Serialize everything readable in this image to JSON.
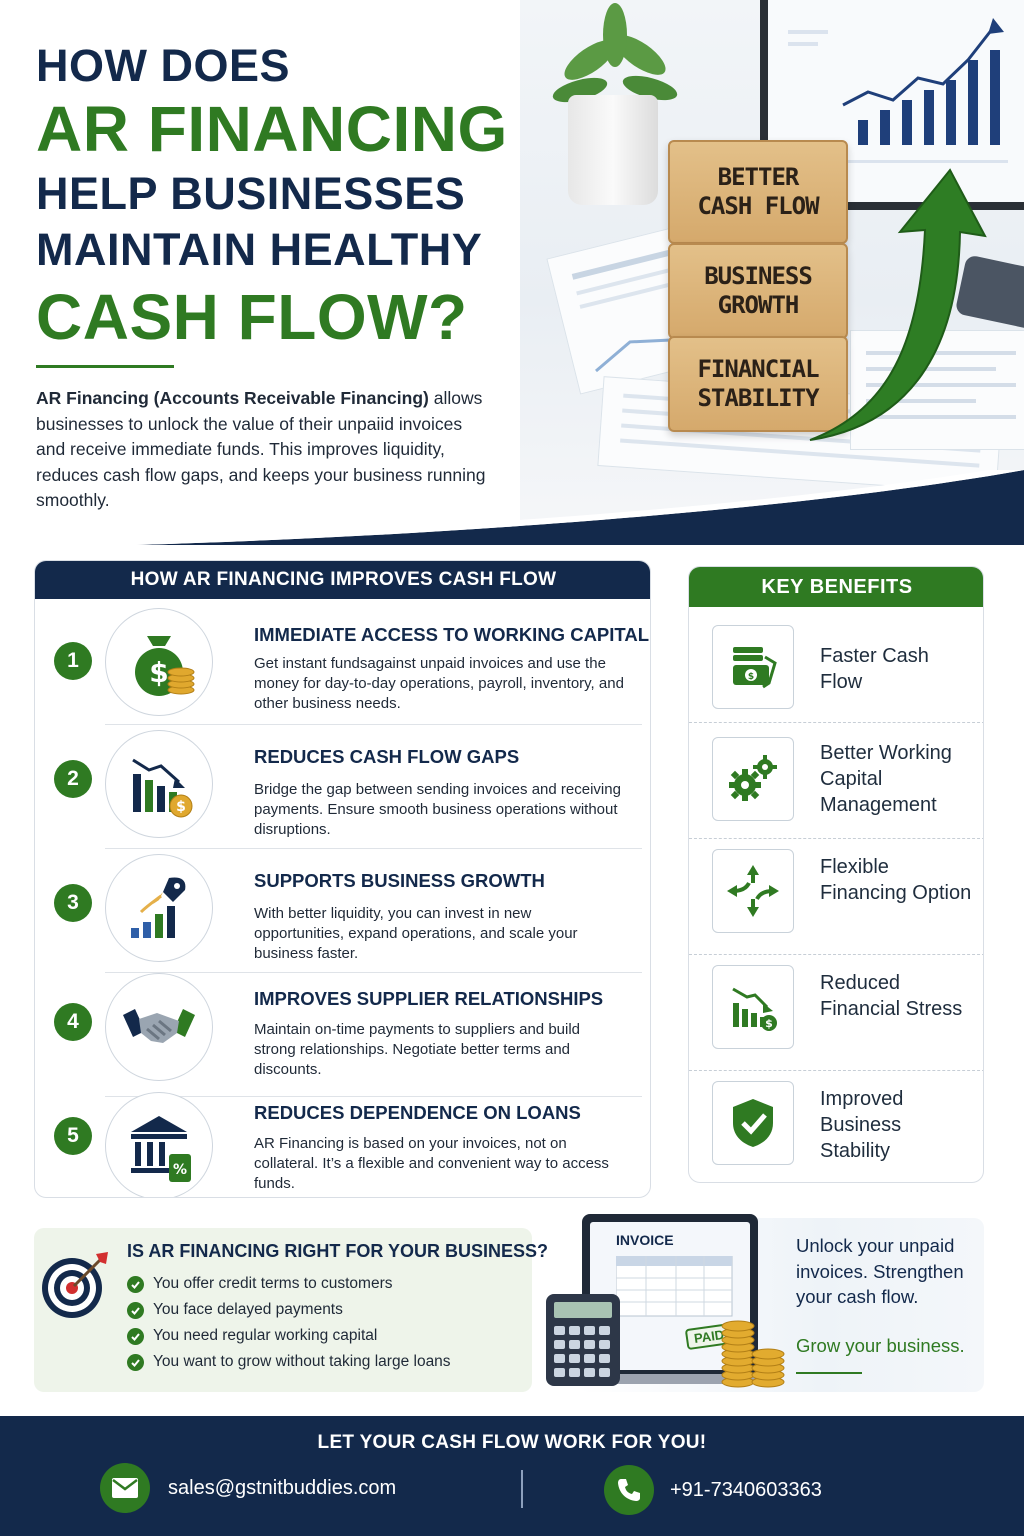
{
  "hero": {
    "title_line1": "HOW DOES",
    "title_line2": "AR FINANCING",
    "title_line3": "HELP BUSINESSES",
    "title_line4": "MAINTAIN HEALTHY",
    "title_line5": "CASH FLOW?",
    "intro_bold": "AR Financing (Accounts Receivable Financing)",
    "intro_rest": " allows businesses to unlock the value of their unpaiid invoices and receive immediate funds. This improves liquidity, reduces cash flow gaps, and keeps your business running smoothly.",
    "blocks": [
      {
        "line1": "BETTER",
        "line2": "CASH FLOW"
      },
      {
        "line1": "BUSINESS",
        "line2": "GROWTH"
      },
      {
        "line1": "FINANCIAL",
        "line2": "STABILITY"
      }
    ]
  },
  "improves": {
    "heading": "HOW AR FINANCING IMPROVES CASH FLOW",
    "steps": [
      {
        "number": "1",
        "title": "IMMEDIATE ACCESS TO WORKING CAPITAL",
        "desc": "Get instant fundsagainst unpaid invoices and use the money for day-to-day operations, payroll, inventory, and other business needs.",
        "icon": "money-bag-icon"
      },
      {
        "number": "2",
        "title": "REDUCES CASH FLOW GAPS",
        "desc": "Bridge the gap between sending invoices and receiving payments. Ensure smooth business operations without disruptions.",
        "icon": "declining-chart-icon"
      },
      {
        "number": "3",
        "title": "SUPPORTS BUSINESS GROWTH",
        "desc": "With better liquidity, you can invest in new opportunities, expand operations, and scale your business faster.",
        "icon": "rocket-growth-icon"
      },
      {
        "number": "4",
        "title": "IMPROVES SUPPLIER RELATIONSHIPS",
        "desc": "Maintain on-time payments to suppliers and build strong relationships. Negotiate better terms and discounts.",
        "icon": "handshake-icon"
      },
      {
        "number": "5",
        "title": "REDUCES DEPENDENCE ON LOANS",
        "desc": "AR Financing is based on your invoices, not on collateral. It’s a flexible and convenient way to access funds.",
        "icon": "bank-icon"
      }
    ]
  },
  "benefits": {
    "heading": "KEY BENEFITS",
    "items": [
      {
        "label": "Faster Cash Flow",
        "icon": "cash-stack-icon"
      },
      {
        "label": "Better Working Capital Management",
        "icon": "gears-icon"
      },
      {
        "label": "Flexible Financing Option",
        "icon": "arrows-icon"
      },
      {
        "label": "Reduced Financial Stress",
        "icon": "falling-chart-icon"
      },
      {
        "label": "Improved Business Stability",
        "icon": "shield-check-icon"
      }
    ]
  },
  "checklist": {
    "title": "IS AR FINANCING RIGHT FOR YOUR BUSINESS?",
    "items": [
      "You offer credit terms to customers",
      "You face delayed payments",
      "You need regular working capital",
      "You want to grow without taking large loans"
    ]
  },
  "cta": {
    "invoice_label": "INVOICE",
    "paid_label": "PAID",
    "text": "Unlock your unpaid invoices. Strengthen your cash flow.",
    "green_text": "Grow your business."
  },
  "footer": {
    "title": "LET YOUR CASH FLOW WORK FOR YOU!",
    "email": "sales@gstnitbuddies.com",
    "phone": "+91-7340603363"
  },
  "colors": {
    "navy": "#13294b",
    "green": "#2f7a22",
    "wood": "#d5a96c"
  }
}
